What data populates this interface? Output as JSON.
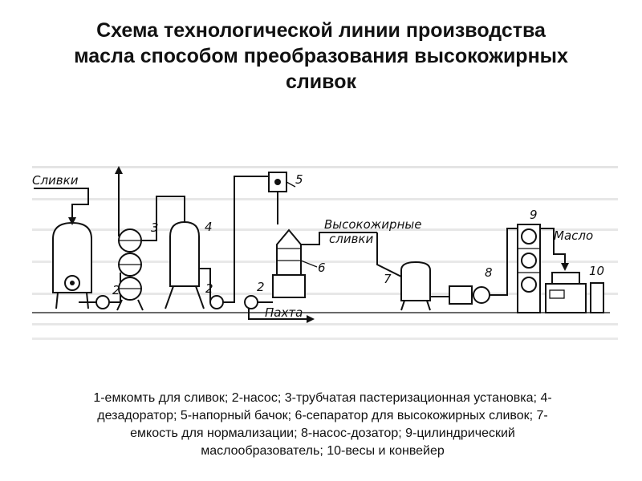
{
  "title": {
    "line1": "Схема технологической линии производства",
    "line2": "масла способом преобразования высокожирных",
    "line3": "сливок"
  },
  "diagram": {
    "label_cream": "Сливки",
    "label_high_fat_cream_1": "Высокожирные",
    "label_high_fat_cream_2": "сливки",
    "label_butter": "Масло",
    "label_buttermilk": "Пахта",
    "numbers": {
      "n3": "3",
      "n4": "4",
      "n5": "5",
      "n6": "6",
      "n7": "7",
      "n8": "8",
      "n9": "9",
      "n10": "10",
      "n2a": "2",
      "n2b": "2",
      "n2c": "2"
    }
  },
  "caption": {
    "line1": "1-емкомть для сливок; 2-насос; 3-трубчатая пастеризационная установка; 4-",
    "line2": "дезадоратор; 5-напорный бачок; 6-сепаратор для высокожирных сливок; 7-",
    "line3": "емкость для нормализации; 8-насос-дозатор; 9-цилиндрический",
    "line4": "маслообразователь; 10-весы и конвейер"
  }
}
